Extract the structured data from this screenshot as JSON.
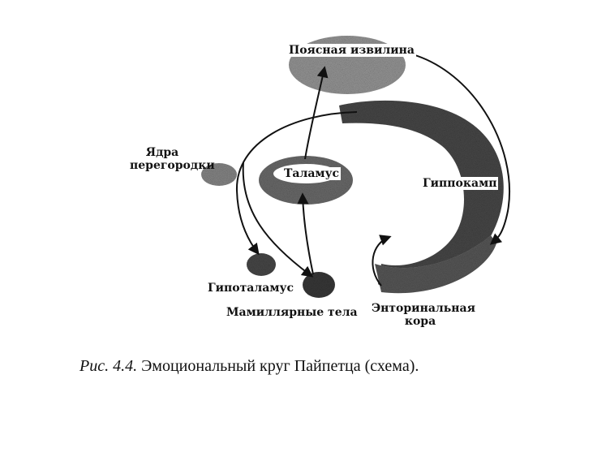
{
  "labels": {
    "cingulate": "Поясная извилина",
    "thalamus": "Таламус",
    "septal_line1": "Ядра",
    "septal_line2": "перегородки",
    "hippocampus": "Гиппокамп",
    "hypothalamus": "Гипоталамус",
    "mamillary": "Мамиллярные тела",
    "entorhinal_line1": "Энторинальная",
    "entorhinal_line2": "кора"
  },
  "caption": {
    "prefix": "Рис. 4.4.",
    "text": "Эмоциональный круг Пайпетца (схема)."
  },
  "colors": {
    "ink": "#111111",
    "structure_dark": "#3a3a3a",
    "structure_mid": "#6e6e6e",
    "structure_light": "#9a9a9a",
    "label_bg": "#ffffff"
  }
}
